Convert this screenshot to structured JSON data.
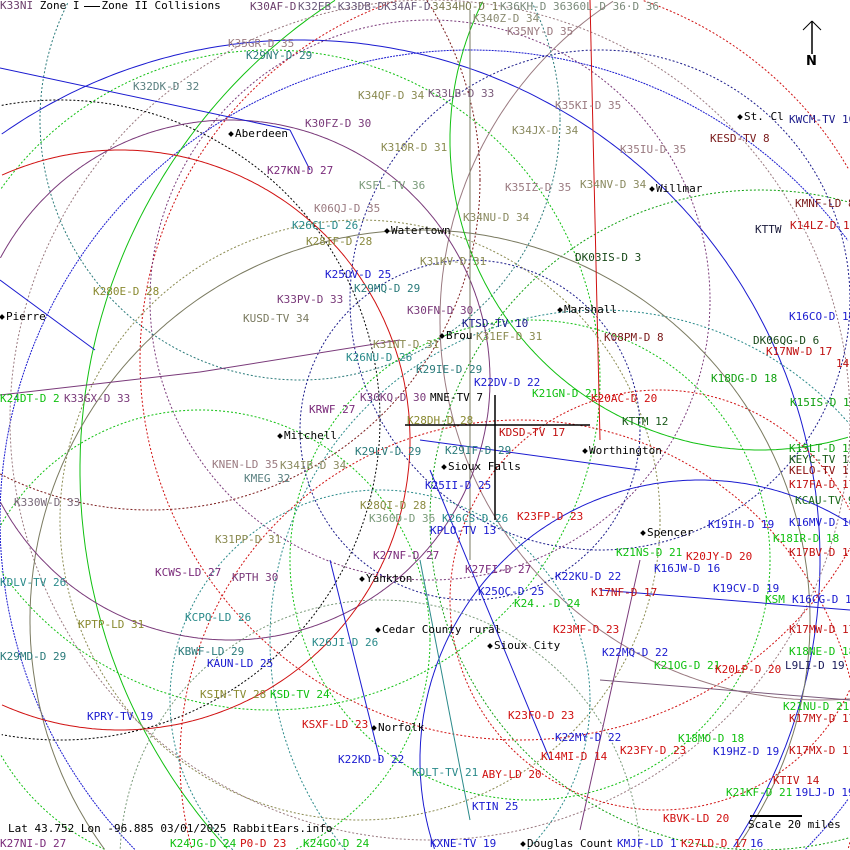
{
  "legend": {
    "zone1": "Zone I",
    "zone2": "Zone II",
    "collisions": "Collisions",
    "corner": "K33NI"
  },
  "north_label": "N",
  "footer": {
    "coords": "Lat 43.752 Lon -96.885 03/01/2025 RabbitEars.info"
  },
  "scale": {
    "label": "Scale 20 miles"
  },
  "cities": [
    "Aberdeen",
    "St. Cl",
    "Willmar",
    "Watertown",
    "Pierre",
    "Marshall",
    "Brou",
    "Mitchell",
    "Worthington",
    "Sioux Falls",
    "Spencer",
    "Yankton",
    "Cedar County rural",
    "Sioux City",
    "Norfolk",
    "Douglas Count"
  ],
  "labels": [
    {
      "text": "K30AF-D",
      "color": "#6a3d6a"
    },
    {
      "text": "K32EB-K33DB-DK34AF-D",
      "color": "#6a5a7a"
    },
    {
      "text": "3434HO-D 1",
      "color": "#7a7a50"
    },
    {
      "text": "K36KH-D 36360L-D 36·D 36",
      "color": "#7a8a7a"
    },
    {
      "text": "K340Z-D 34",
      "color": "#8a8a70"
    },
    {
      "text": "K35NY-D 35",
      "color": "#9a7a80"
    },
    {
      "text": "K35GR-D 35",
      "color": "#9a7a80"
    },
    {
      "text": "K29NY-D 29",
      "color": "#2a7a7a"
    },
    {
      "text": "K32DK-D 32",
      "color": "#5a8080"
    },
    {
      "text": "K34QF-D 34",
      "color": "#8a8a50"
    },
    {
      "text": "K33LB-D 33",
      "color": "#7a5a7a"
    },
    {
      "text": "K35KI-D 35",
      "color": "#9a7a80"
    },
    {
      "text": "KWCM-TV 10",
      "color": "#1a1a8a"
    },
    {
      "text": "K30FZ-D 30",
      "color": "#7a3a7a"
    },
    {
      "text": "K34JX-D 34",
      "color": "#8a8a60"
    },
    {
      "text": "KESD-TV 8",
      "color": "#7a1a1a"
    },
    {
      "text": "K310R-D 31",
      "color": "#8a8a50"
    },
    {
      "text": "K35IU-D 35",
      "color": "#9a7a80"
    },
    {
      "text": "K27KN-D 27",
      "color": "#7a2a7a"
    },
    {
      "text": "KSFL-TV 36",
      "color": "#7a9a7a"
    },
    {
      "text": "K35IZ-D 35",
      "color": "#9a7a80"
    },
    {
      "text": "K34NV-D 34",
      "color": "#8a8a60"
    },
    {
      "text": "KMNF-LD 8",
      "color": "#7a1a1a"
    },
    {
      "text": "K06QJ-D 35",
      "color": "#9a7a80"
    },
    {
      "text": "K34NU-D 34",
      "color": "#8a8a60"
    },
    {
      "text": "K26CL-D 26",
      "color": "#2a8a8a"
    },
    {
      "text": "KTTW",
      "color": "#1a1a3a"
    },
    {
      "text": "K14LZ-D 14",
      "color": "#c01010"
    },
    {
      "text": "K28IF-D 28",
      "color": "#8a8a40"
    },
    {
      "text": "K31KV-D 31",
      "color": "#8a8a50"
    },
    {
      "text": "DK03IS-D 3",
      "color": "#1a4a1a"
    },
    {
      "text": "K280E-D 28",
      "color": "#8a8a30"
    },
    {
      "text": "K25OV-D 25",
      "color": "#1a1ad0"
    },
    {
      "text": "K29MQ-D 29",
      "color": "#2a7a7a"
    },
    {
      "text": "K33PV-D 33",
      "color": "#7a3a7a"
    },
    {
      "text": "KUSD-TV 34",
      "color": "#7a7a60"
    },
    {
      "text": "K30FN-D 30",
      "color": "#7a3a7a"
    },
    {
      "text": "K16CO-D 16",
      "color": "#1a1ad0"
    },
    {
      "text": "KTSD-TV 10",
      "color": "#1a1a8a"
    },
    {
      "text": "K31EF-D 31",
      "color": "#8a8a50"
    },
    {
      "text": "K08PM-D 8",
      "color": "#7a1a1a"
    },
    {
      "text": "DK06QG-D 6",
      "color": "#1a4a1a"
    },
    {
      "text": "K31NT-D 31",
      "color": "#8a8a50"
    },
    {
      "text": "K17NW-D 17",
      "color": "#c01010"
    },
    {
      "text": "14",
      "color": "#c01010"
    },
    {
      "text": "K26NU-D 26",
      "color": "#2a8a8a"
    },
    {
      "text": "K29IE-D 29",
      "color": "#2a7a7a"
    },
    {
      "text": "K22DV-D 22",
      "color": "#1a1ad0"
    },
    {
      "text": "K18DG-D 18",
      "color": "#10a010"
    },
    {
      "text": "K21GN-D 21",
      "color": "#10c010"
    },
    {
      "text": "K24DT-D 2",
      "color": "#10c010"
    },
    {
      "text": "K33GX-D 33",
      "color": "#7a3a7a"
    },
    {
      "text": "K30KQ-D 30",
      "color": "#7a3a7a"
    },
    {
      "text": "MNE-TV 7",
      "color": "#000000"
    },
    {
      "text": "K20AC-D 20",
      "color": "#d01010"
    },
    {
      "text": "K15IS-D 15",
      "color": "#10a010"
    },
    {
      "text": "KRWF 27",
      "color": "#7a2a7a"
    },
    {
      "text": "K28DH-D 28",
      "color": "#8a8a30"
    },
    {
      "text": "KTTM 12",
      "color": "#1a5a1a"
    },
    {
      "text": "KDSD-TV 17",
      "color": "#c01010"
    },
    {
      "text": "K15LT-D 15",
      "color": "#10a010"
    },
    {
      "text": "KEYC-TV 12",
      "color": "#1a5a1a"
    },
    {
      "text": "KELO-TV 11",
      "color": "#8a1010"
    },
    {
      "text": "K17FA-D 17",
      "color": "#c01010"
    },
    {
      "text": "KCAU-TV 9",
      "color": "#1a6a1a"
    },
    {
      "text": "K16MV-D 16",
      "color": "#1a1ad0"
    },
    {
      "text": "K18IR-D 18",
      "color": "#10c010"
    },
    {
      "text": "K17BV-D 17",
      "color": "#c01010"
    },
    {
      "text": "K16CG-D 16",
      "color": "#1a1ad0"
    },
    {
      "text": "K17MW-D 17",
      "color": "#c01010"
    },
    {
      "text": "K18NE-D 18",
      "color": "#10c010"
    },
    {
      "text": "K21NU-D 21",
      "color": "#10c010"
    },
    {
      "text": "K17MY-D 17",
      "color": "#c01010"
    },
    {
      "text": "K17MX-D 17",
      "color": "#c01010"
    },
    {
      "text": "KTIV 14",
      "color": "#c01010"
    },
    {
      "text": "K21KF-D 21",
      "color": "#10c010"
    },
    {
      "text": "19LJ-D 19",
      "color": "#1a1ad0"
    },
    {
      "text": "K29LV-D 29",
      "color": "#2a7a7a"
    },
    {
      "text": "K29IF-D 29",
      "color": "#2a7a7a"
    },
    {
      "text": "KNEN-LD 35",
      "color": "#9a7a80"
    },
    {
      "text": "K34IB-D 34",
      "color": "#8a8a60"
    },
    {
      "text": "KMEG 32",
      "color": "#5a8080"
    },
    {
      "text": "K25II-D 25",
      "color": "#1a1ad0"
    },
    {
      "text": "K330W-D 33",
      "color": "#7a6a7a"
    },
    {
      "text": "K28QI-D 28",
      "color": "#8a8a40"
    },
    {
      "text": "K360D-D 36",
      "color": "#7a9a7a"
    },
    {
      "text": "K23FP-D 23",
      "color": "#d01010"
    },
    {
      "text": "K26CS-D 26",
      "color": "#2a8a8a"
    },
    {
      "text": "K31PP-D 31",
      "color": "#8a8a50"
    },
    {
      "text": "KPLO-TV 13",
      "color": "#1a1ad0"
    },
    {
      "text": "K19IH-D 19",
      "color": "#1a1ad0"
    },
    {
      "text": "K21NS-D 21",
      "color": "#10c010"
    },
    {
      "text": "K20JY-D 20",
      "color": "#d01010"
    },
    {
      "text": "K16JW-D 16",
      "color": "#1a1ad0"
    },
    {
      "text": "K27NF-D 27",
      "color": "#7a2a7a"
    },
    {
      "text": "K27FI-D 27",
      "color": "#7a2a7a"
    },
    {
      "text": "KCWS-LD 27",
      "color": "#7a2a7a"
    },
    {
      "text": "KPTH 30",
      "color": "#7a3a7a"
    },
    {
      "text": "K22KU-D 22",
      "color": "#1a1ad0"
    },
    {
      "text": "KDLV-TV 26",
      "color": "#2a8a8a"
    },
    {
      "text": "K19CV-D 19",
      "color": "#1a1ad0"
    },
    {
      "text": "K25OC-D 25",
      "color": "#1a1ad0"
    },
    {
      "text": "K24..-D 24",
      "color": "#10c010"
    },
    {
      "text": "K17NF-D 17",
      "color": "#c01010"
    },
    {
      "text": "KSM",
      "color": "#10c010"
    },
    {
      "text": "KPTP-LD 31",
      "color": "#8a8a30"
    },
    {
      "text": "KCPO-LD 26",
      "color": "#2a8a8a"
    },
    {
      "text": "K23MF-D 23",
      "color": "#d01010"
    },
    {
      "text": "K29MD-D 29",
      "color": "#2a7a7a"
    },
    {
      "text": "KBWF-LD 29",
      "color": "#2a7a7a"
    },
    {
      "text": "K26JI-D 26",
      "color": "#2a8a8a"
    },
    {
      "text": "K22MQ-D 22",
      "color": "#1a1ad0"
    },
    {
      "text": "KAUN-LD 25",
      "color": "#1a1ad0"
    },
    {
      "text": "K21OG-D 21",
      "color": "#10c010"
    },
    {
      "text": "K20LP-D 20",
      "color": "#d01010"
    },
    {
      "text": "L9LI-D 19",
      "color": "#1a1a5a"
    },
    {
      "text": "KSIN-TV 28",
      "color": "#8a8a30"
    },
    {
      "text": "KSD-TV 24",
      "color": "#10c010"
    },
    {
      "text": "KPRY-TV 19",
      "color": "#1a1ad0"
    },
    {
      "text": "K23FO-D 23",
      "color": "#d01010"
    },
    {
      "text": "KSXF-LD 23",
      "color": "#d01010"
    },
    {
      "text": "K22MY-D 22",
      "color": "#1a1ad0"
    },
    {
      "text": "K18MO-D 18",
      "color": "#10c010"
    },
    {
      "text": "K23FY-D 23",
      "color": "#d01010"
    },
    {
      "text": "K19HZ-D 19",
      "color": "#1a1ad0"
    },
    {
      "text": "K14MI-D 14",
      "color": "#d01010"
    },
    {
      "text": "K22KD-D 22",
      "color": "#1a1ad0"
    },
    {
      "text": "KDLT-TV 21",
      "color": "#2a8a8a"
    },
    {
      "text": "ABY-LD 20",
      "color": "#d01010"
    },
    {
      "text": "KTIN 25",
      "color": "#1a1ad0"
    },
    {
      "text": "KBVK-LD 20",
      "color": "#d01010"
    },
    {
      "text": "K27NI-D 27",
      "color": "#7a2a7a"
    },
    {
      "text": "K24JG-D 24",
      "color": "#10c010"
    },
    {
      "text": "P0-D 23",
      "color": "#d01010"
    },
    {
      "text": "K24GO-D 24",
      "color": "#10c010"
    },
    {
      "text": "KXNE-TV 19",
      "color": "#1a1ad0"
    },
    {
      "text": "KMJF-LD 1",
      "color": "#1a1ad0"
    },
    {
      "text": "K27LD-D 17",
      "color": "#d01010"
    },
    {
      "text": "16",
      "color": "#1a1ad0"
    }
  ]
}
